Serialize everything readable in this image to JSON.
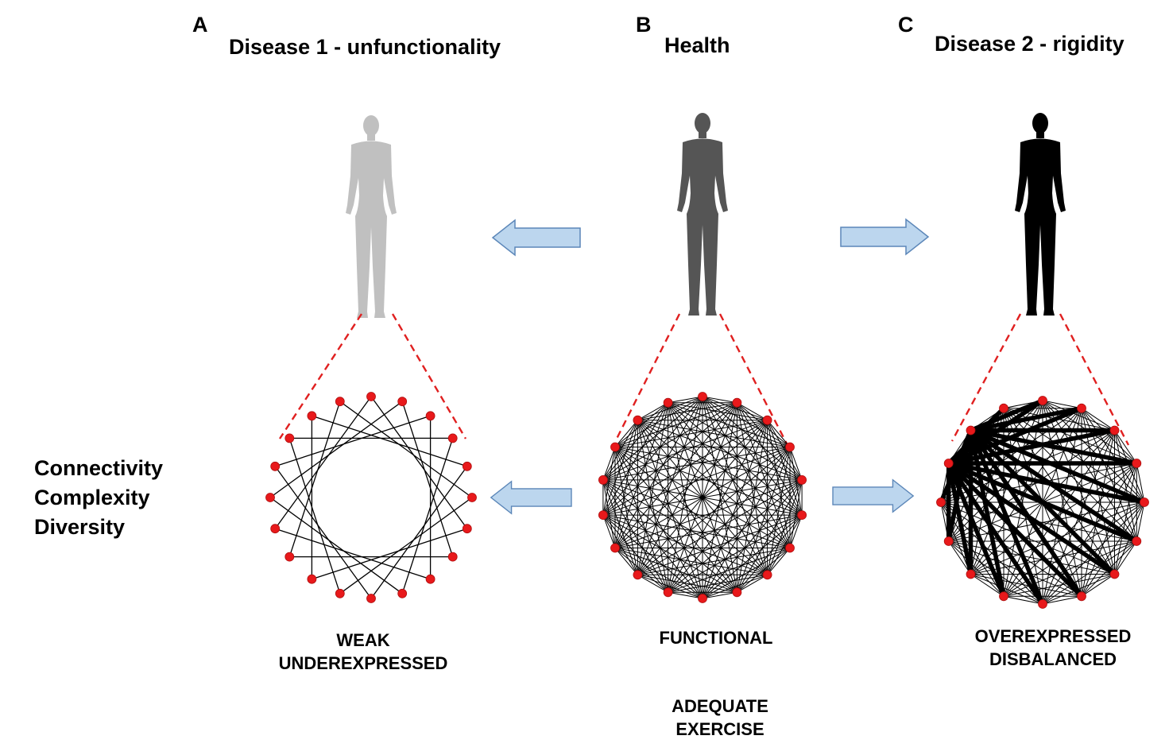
{
  "panels": [
    {
      "letter": "A",
      "title": "Disease 1 - unfunctionality",
      "caption_lines": [
        "WEAK",
        "UNDEREXPRESSED"
      ],
      "figure_color": "#c0c0c0",
      "network": "ring"
    },
    {
      "letter": "B",
      "title": "Health",
      "caption_lines": [
        "FUNCTIONAL"
      ],
      "note_lines": [
        "ADEQUATE",
        "EXERCISE"
      ],
      "figure_color": "#555555",
      "network": "complete"
    },
    {
      "letter": "C",
      "title": "Disease 2 - rigidity",
      "caption_lines": [
        "OVEREXPRESSED",
        "DISBALANCED"
      ],
      "figure_color": "#000000",
      "network": "hub"
    }
  ],
  "side_labels": [
    "Connectivity",
    "Complexity",
    "Diversity"
  ],
  "colors": {
    "node": "#e8191b",
    "node_stroke": "#b01010",
    "edge": "#000000",
    "arrow_fill": "#bcd6ee",
    "arrow_stroke": "#5b86b8",
    "zoom_line": "#e02020"
  }
}
